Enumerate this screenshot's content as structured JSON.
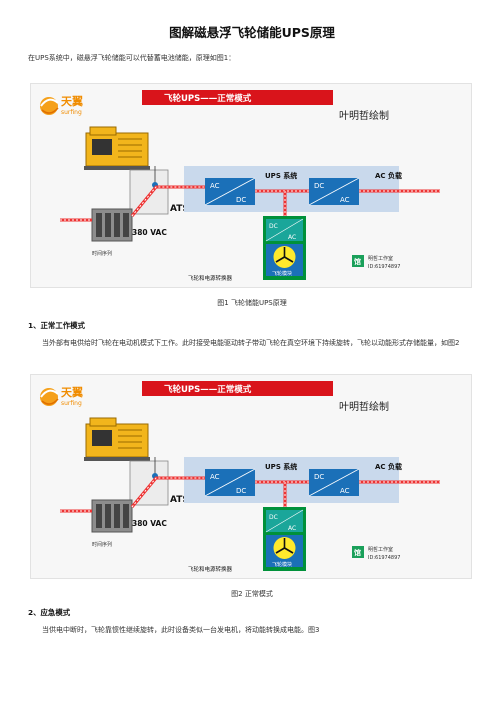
{
  "title": "图解磁悬浮飞轮储能UPS原理",
  "intro": "在UPS系统中，磁悬浮飞轮储能可以代替蓄电池储能，原理如图1：",
  "figure": {
    "logo_cn": "天翼",
    "logo_en": "surfing",
    "banner": "飞轮UPS——正常模式",
    "author": "叶明哲绘制",
    "ats": "ATS",
    "vac": "380 VAC",
    "grid_label": "时间序列",
    "ups_label": "UPS 系统",
    "ac_load": "AC 负载",
    "rect_top": "AC",
    "rect_bottom": "DC",
    "inv_top": "DC",
    "inv_bottom": "AC",
    "dcac_top": "DC",
    "dcac_bottom": "AC",
    "flywheel_module": "飞轮模块",
    "converter_label": "飞轮和电源转换器",
    "wm_badge": "馆",
    "wm_line1": "明哲工作室",
    "wm_line2": "ID:61974897"
  },
  "fig1_caption": "图1 飞轮储能UPS原理",
  "sec1_heading": "1、正常工作模式",
  "sec1_text": "当外部有电供给时飞轮在电动机模式下工作。此时接受电能驱动转子带动飞轮在真空环境下持续旋转，飞轮以动能形式存储能量，如图2",
  "fig2_caption": "图2 正常模式",
  "sec2_heading": "2、应急模式",
  "sec2_text": "当供电中断时，飞轮靠惯性继续旋转，此时设备类似一台发电机，将动能转换成电能。图3",
  "colors": {
    "banner": "#d9141b",
    "ups_panel": "#c9d9ec",
    "module_blue": "#1b70b8",
    "converter_green": "#00913a",
    "converter_teal": "#1aa69a"
  }
}
